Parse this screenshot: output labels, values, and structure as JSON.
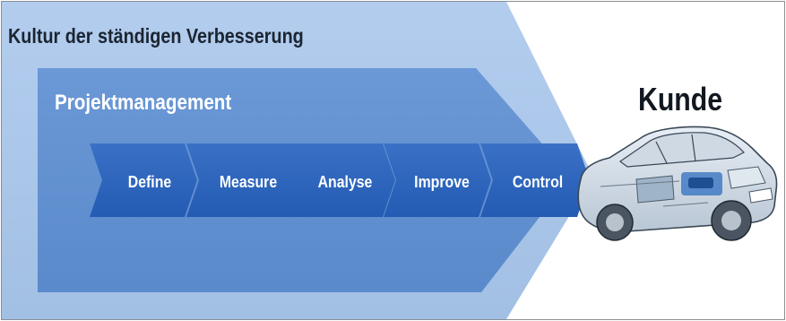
{
  "culture": {
    "title": "Kultur der ständigen Verbesserung"
  },
  "project": {
    "title": "Projektmanagement"
  },
  "customer": {
    "title": "Kunde"
  },
  "steps": [
    {
      "label": "Define"
    },
    {
      "label": "Measure"
    },
    {
      "label": "Analyse"
    },
    {
      "label": "Improve"
    },
    {
      "label": "Control"
    }
  ],
  "colors": {
    "outer_band": "#a6c3e6",
    "inner_band": "#5f8fd0",
    "chevron": "#2b63bc",
    "text_dark": "#1b2431"
  },
  "icons": {
    "customer_image": "car-icon"
  }
}
